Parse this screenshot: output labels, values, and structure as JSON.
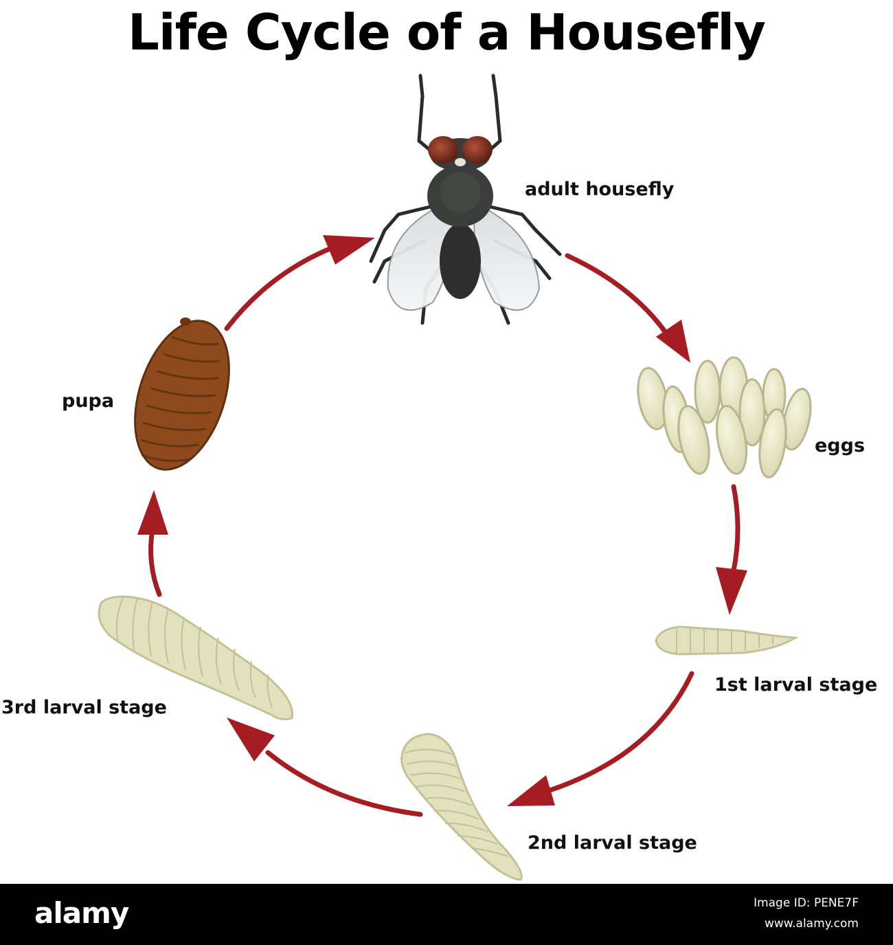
{
  "title": "Life Cycle of a Housefly",
  "stages": {
    "adult": "adult housefly",
    "eggs": "eggs",
    "larva1": "1st larval stage",
    "larva2": "2nd larval stage",
    "larva3": "3rd larval stage",
    "pupa": "pupa"
  },
  "colors": {
    "arrow": "#a51d22",
    "egg_fill": "#e8e6c4",
    "larva_fill": "#e2e1bd",
    "pupa_fill": "#8e4a1c",
    "fly_body": "#2a2a2a"
  },
  "footer": {
    "brand": "alamy",
    "image_id": "Image ID: PENE7F",
    "url": "www.alamy.com"
  }
}
